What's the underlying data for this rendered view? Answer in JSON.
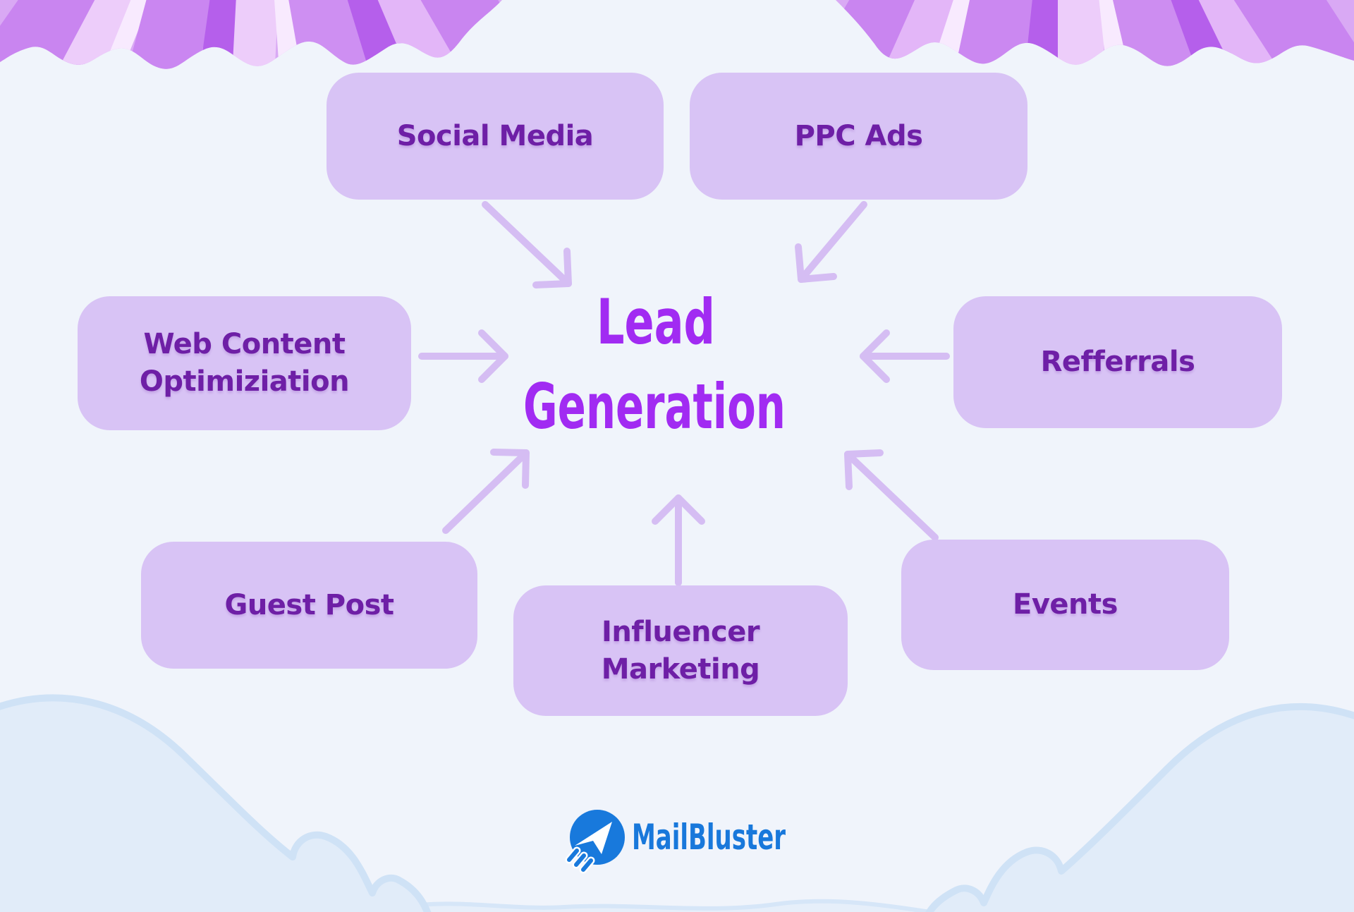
{
  "diagram": {
    "center": {
      "line1": "Lead",
      "line2": "Generation",
      "full_title": "Lead Generation"
    },
    "nodes": [
      {
        "id": "social-media",
        "label": "Social Media"
      },
      {
        "id": "ppc-ads",
        "label": "PPC Ads"
      },
      {
        "id": "web-content-optimiziation",
        "label": "Web Content Optimiziation"
      },
      {
        "id": "refferrals",
        "label": "Refferrals"
      },
      {
        "id": "guest-post",
        "label": "Guest Post"
      },
      {
        "id": "influencer-marketing",
        "label": "Influencer Marketing"
      },
      {
        "id": "events",
        "label": "Events"
      }
    ],
    "edges": [
      {
        "from": "Social Media",
        "to": "Lead Generation"
      },
      {
        "from": "PPC Ads",
        "to": "Lead Generation"
      },
      {
        "from": "Web Content Optimiziation",
        "to": "Lead Generation"
      },
      {
        "from": "Refferrals",
        "to": "Lead Generation"
      },
      {
        "from": "Guest Post",
        "to": "Lead Generation"
      },
      {
        "from": "Influencer Marketing",
        "to": "Lead Generation"
      },
      {
        "from": "Events",
        "to": "Lead Generation"
      }
    ]
  },
  "branding": {
    "logo_text": "MailBluster",
    "logo_icon": "paper-plane-icon"
  },
  "colors": {
    "background": "#F0F4FB",
    "node_fill": "#D8C3F5",
    "node_text": "#6E1FA6",
    "center_text": "#A12BF2",
    "arrow": "#D5BDF3",
    "foliage_base": "#D9A9F4",
    "cloud_fill": "#E1ECF9",
    "cloud_border": "#CFE2F6",
    "brand_blue": "#1878DB"
  }
}
